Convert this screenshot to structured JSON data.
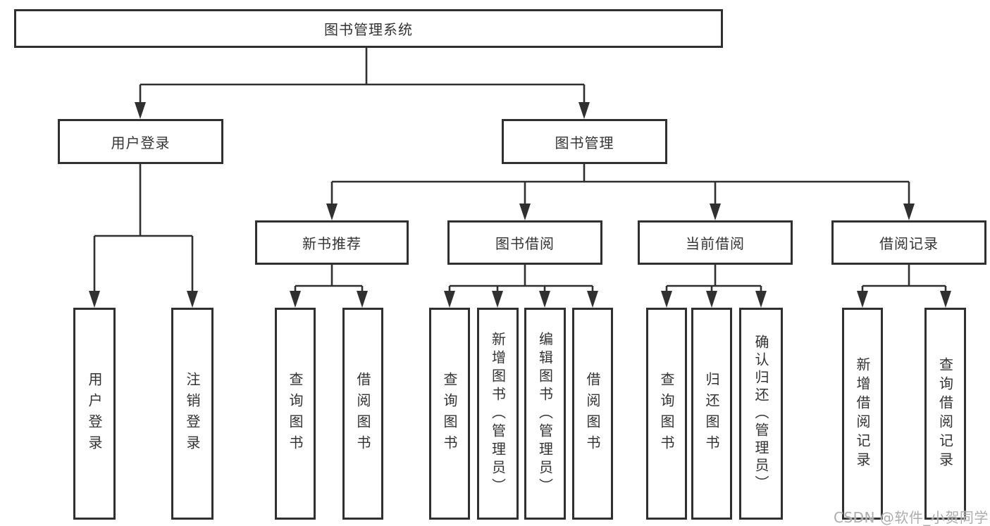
{
  "diagram": {
    "root": {
      "label": "图书管理系统"
    },
    "branches": [
      {
        "label": "用户登录",
        "children": [
          "用户登录",
          "注销登录"
        ]
      },
      {
        "label": "图书管理",
        "sections": [
          {
            "label": "新书推荐",
            "children": [
              "查询图书",
              "借阅图书"
            ]
          },
          {
            "label": "图书借阅",
            "children": [
              "查询图书",
              "新增图书（管理员）",
              "编辑图书（管理员）",
              "借阅图书"
            ]
          },
          {
            "label": "当前借阅",
            "children": [
              "查询图书",
              "归还图书",
              "确认归还（管理员）"
            ]
          },
          {
            "label": "借阅记录",
            "children": [
              "新增借阅记录",
              "查询借阅记录"
            ]
          }
        ]
      }
    ]
  },
  "watermark": {
    "text": "CSDN @软件_小贺同学"
  },
  "colors": {
    "line": "#303030",
    "box_border": "#303030",
    "text": "#333333",
    "watermark": "#adadad"
  }
}
